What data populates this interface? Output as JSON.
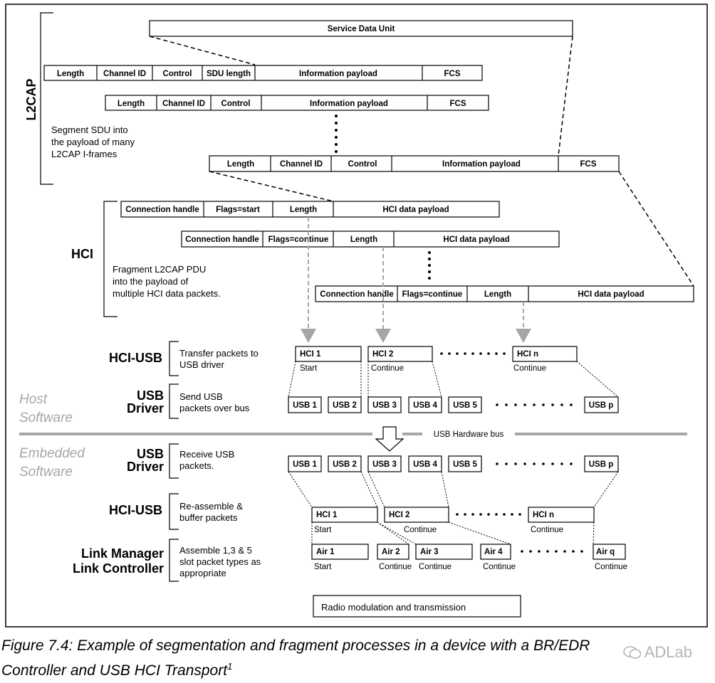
{
  "layers": {
    "l2cap": "L2CAP",
    "hci": "HCI",
    "hci_usb_host": "HCI-USB",
    "usb_driver_host": [
      "USB",
      "Driver"
    ],
    "usb_driver_embedded": [
      "USB",
      "Driver"
    ],
    "hci_usb_embedded": "HCI-USB",
    "link": [
      "Link Manager",
      "Link Controller"
    ]
  },
  "software": {
    "host": [
      "Host",
      "Software"
    ],
    "embedded": [
      "Embedded",
      "Software"
    ]
  },
  "descriptions": {
    "l2cap": [
      "Segment SDU into",
      "the payload of many",
      "L2CAP I-frames"
    ],
    "hci": [
      "Fragment L2CAP PDU",
      "into the payload of",
      "multiple HCI data packets."
    ],
    "hci_usb_host": [
      "Transfer packets to",
      "USB driver"
    ],
    "usb_driver_host": [
      "Send USB",
      "packets over bus"
    ],
    "usb_driver_embedded": [
      "Receive USB",
      "packets."
    ],
    "hci_usb_embedded": [
      "Re-assemble &",
      "buffer packets"
    ],
    "link": [
      "Assemble 1,3 & 5",
      "slot packet types as",
      "appropriate"
    ]
  },
  "sdu": "Service Data Unit",
  "l2cap_frames": {
    "first": [
      "Length",
      "Channel ID",
      "Control",
      "SDU length",
      "Information payload",
      "FCS"
    ],
    "second": [
      "Length",
      "Channel ID",
      "Control",
      "Information payload",
      "FCS"
    ],
    "last": [
      "Length",
      "Channel ID",
      "Control",
      "Information payload",
      "FCS"
    ]
  },
  "hci_packets": {
    "first": [
      "Connection handle",
      "Flags=start",
      "Length",
      "HCI data payload"
    ],
    "second": [
      "Connection handle",
      "Flags=continue",
      "Length",
      "HCI data payload"
    ],
    "last": [
      "Connection handle",
      "Flags=continue",
      "Length",
      "HCI data payload"
    ]
  },
  "hci_host_boxes": [
    {
      "label": "HCI 1",
      "status": "Start"
    },
    {
      "label": "HCI 2",
      "status": "Continue"
    },
    {
      "label": "HCI n",
      "status": "Continue"
    }
  ],
  "usb_host_boxes": [
    "USB 1",
    "USB 2",
    "USB 3",
    "USB 4",
    "USB 5",
    "USB p"
  ],
  "usb_bus_label": "USB Hardware bus",
  "usb_embedded_boxes": [
    "USB 1",
    "USB 2",
    "USB 3",
    "USB 4",
    "USB 5",
    "USB p"
  ],
  "hci_embedded_boxes": [
    {
      "label": "HCI 1",
      "status": "Start"
    },
    {
      "label": "HCI 2",
      "status": "Continue"
    },
    {
      "label": "HCI n",
      "status": "Continue"
    }
  ],
  "air_boxes": [
    {
      "label": "Air 1",
      "status": "Start"
    },
    {
      "label": "Air 2",
      "status": "Continue"
    },
    {
      "label": "Air 3",
      "status": "Continue"
    },
    {
      "label": "Air 4",
      "status": "Continue"
    },
    {
      "label": "Air q",
      "status": "Continue"
    }
  ],
  "radio": "Radio modulation and transmission",
  "caption": {
    "line1": "Figure 7.4:  Example of segmentation and fragment processes in a device with a BR/EDR",
    "line2": "Controller and USB HCI Transport",
    "sup": "1"
  },
  "watermark": "ADLab",
  "colors": {
    "grey": "#a6a6a6",
    "black": "#000000"
  }
}
